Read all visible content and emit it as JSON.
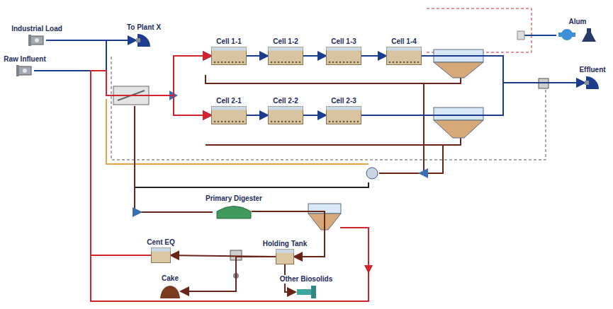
{
  "diagram": {
    "nodes": [
      {
        "text": [
          "Industrial Load"
        ]
      },
      {
        "text": [
          "To Plant X"
        ]
      },
      {
        "text": [
          "Raw Influent"
        ]
      },
      {
        "text": [
          "Cell 1-1"
        ]
      },
      {
        "text": [
          "Cell 1-2"
        ]
      },
      {
        "text": [
          "Cell 1-3"
        ]
      },
      {
        "text": [
          "Cell 1-4"
        ]
      },
      {
        "text": [
          "Alum"
        ]
      },
      {
        "text": [
          "Effluent"
        ]
      },
      {
        "text": [
          "Cell 2-1"
        ]
      },
      {
        "text": [
          "Cell 2-2"
        ]
      },
      {
        "text": [
          "Cell 2-3"
        ]
      },
      {
        "text": [
          "Primary Digester"
        ]
      },
      {
        "text": [
          "Cent EQ"
        ]
      },
      {
        "text": [
          "Holding Tank"
        ]
      },
      {
        "text": [
          "Cake"
        ]
      },
      {
        "text": [
          "Other Biosolids"
        ]
      }
    ],
    "edges": [
      {
        "from": 0,
        "to": 1,
        "arrow": "to"
      },
      {
        "from": 0,
        "to": 3,
        "arrow": "to"
      },
      {
        "from": 0,
        "to": 9,
        "arrow": "to"
      },
      {
        "from": 2,
        "to": 3,
        "arrow": "to"
      },
      {
        "from": 2,
        "to": 9,
        "arrow": "to"
      },
      {
        "from": 3,
        "to": 4,
        "arrow": "to"
      },
      {
        "from": 4,
        "to": 5,
        "arrow": "to"
      },
      {
        "from": 5,
        "to": 6,
        "arrow": "to"
      },
      {
        "from": 9,
        "to": 10,
        "arrow": "to"
      },
      {
        "from": 10,
        "to": 11,
        "arrow": "to"
      },
      {
        "from": 6,
        "to": 8,
        "arrow": "to"
      },
      {
        "from": 11,
        "to": 8,
        "arrow": "to"
      },
      {
        "from": 13,
        "to": 3,
        "arrow": "to"
      },
      {
        "from": 13,
        "to": 9,
        "arrow": "to"
      },
      {
        "from": 12,
        "to": 14,
        "arrow": "to"
      },
      {
        "from": 14,
        "to": 16,
        "arrow": "to"
      },
      {
        "from": 14,
        "to": 13,
        "arrow": "to"
      },
      {
        "from": 14,
        "to": 15,
        "arrow": "to"
      }
    ]
  }
}
